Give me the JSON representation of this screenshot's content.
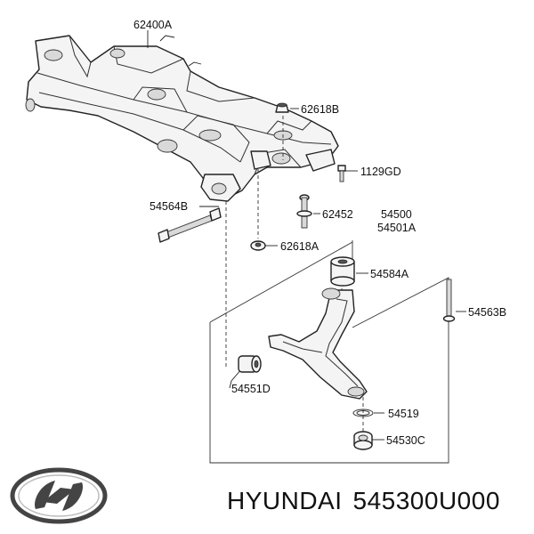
{
  "brand": "HYUNDAI",
  "part_number": "545300U000",
  "labels": {
    "p62400A": "62400A",
    "p62618B": "62618B",
    "p1129GD": "1129GD",
    "p54564B": "54564B",
    "p62452": "62452",
    "p54500": "54500",
    "p54501A": "54501A",
    "p62618A": "62618A",
    "p54584A": "54584A",
    "p54563B": "54563B",
    "p54551D": "54551D",
    "p54519": "54519",
    "p54530C": "54530C"
  }
}
